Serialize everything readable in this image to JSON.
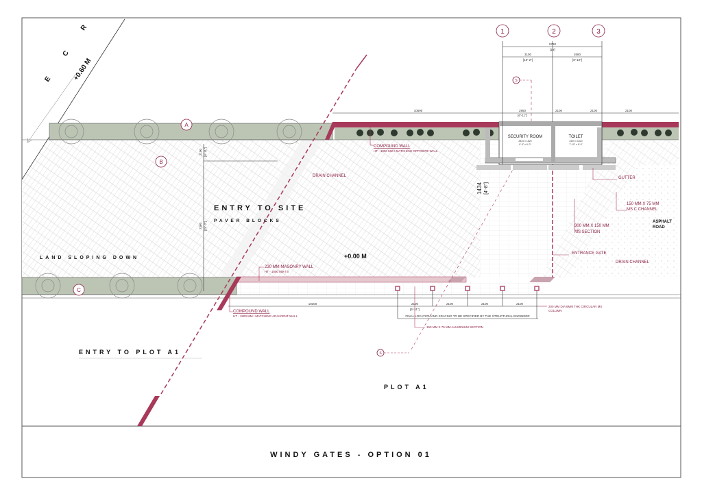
{
  "drawing": {
    "title": "WINDY GATES - OPTION 01",
    "road": {
      "name": "E C R",
      "level": "+0.60 M"
    },
    "grid_tags": [
      "A",
      "B",
      "C"
    ],
    "column_tags": [
      "1",
      "2",
      "3"
    ],
    "section_tag": "S",
    "labels": {
      "entry_to_site": "ENTRY TO SITE",
      "paver_blocks": "PAVER BLOCKS",
      "land_sloping": "LAND SLOPING DOWN",
      "level_site": "+0.00 M",
      "entry_plot": "ENTRY TO PLOT A1",
      "plot": "PLOT A1",
      "asphalt_1": "ASPHALT",
      "asphalt_2": "ROAD"
    },
    "rooms": [
      {
        "name": "SECURITY ROOM",
        "size_mm": "2820 x 1820",
        "size_ft": "9'-3\" x 6'-0\""
      },
      {
        "name": "TOILET",
        "size_mm": "2400 x 1820",
        "size_ft": "7'-10\" x 6'-0\""
      }
    ],
    "annotations": {
      "compound_wall_top": "COMPOUND WALL",
      "compound_wall_top_sub": "HT - 1800 MM / MATCHING OPPOSITE WALL",
      "drain_channel_1": "DRAIN CHANNEL",
      "gutter": "GUTTER",
      "c_channel_1": "150 MM X 75 MM",
      "c_channel_2": "MS C CHANNEL",
      "ms_section_1": "300 MM X 150 MM",
      "ms_section_2": "MS SECTION",
      "entrance_gate": "ENTRANCE GATE",
      "drain_channel_2": "DRAIN CHANNEL",
      "masonry_wall": "230 MM MASONRY WALL",
      "masonry_wall_sub": "HT - 1800 MM / 6'",
      "compound_wall_bottom": "COMPOUND WALL",
      "compound_wall_bottom_sub": "HT - 1800 MM / MATCHING ADJACENT WALL",
      "column_note_1": "200 MM DIA 6MM THK CIRCULAR MS",
      "column_note_2": "COLUMN",
      "structural_note": "FINAL LOCATION AND SPACING TO BE SPECIFIED BY THE STRUCTURAL ENGINEER",
      "aluminium": "150 MM X 75 MM ALUMINIUM SECTION"
    },
    "dimensions": {
      "overall": "5780",
      "overall_ft": "[19']",
      "bay1": "3100",
      "bay1_ft": "[10'-2\"]",
      "bay2": "2680",
      "bay2_ft": "[8'-10\"]",
      "top_run": "10590",
      "top_d1": "2950",
      "top_d2": "2100",
      "top_d3": "2100",
      "top_d4": "2100",
      "top_d_ft": "[6'-11\"]",
      "left_v1": "2100",
      "left_v1_ft": "[6'-11\"]",
      "left_v2": "7360",
      "left_v2_ft": "[24'-2\"]",
      "gate_depth": "1434",
      "gate_depth_ft": "[4'-8\"]",
      "bottom_run": "10300",
      "bot_d1": "2100",
      "bot_d2": "2100",
      "bot_d3": "2100",
      "bot_d4": "2100",
      "bot_d_ft": "[6'-11\"]"
    }
  },
  "colors": {
    "accent": "#8a2040",
    "wall": "#a8395a",
    "planter": "#b9c2b0",
    "line": "#333333"
  }
}
